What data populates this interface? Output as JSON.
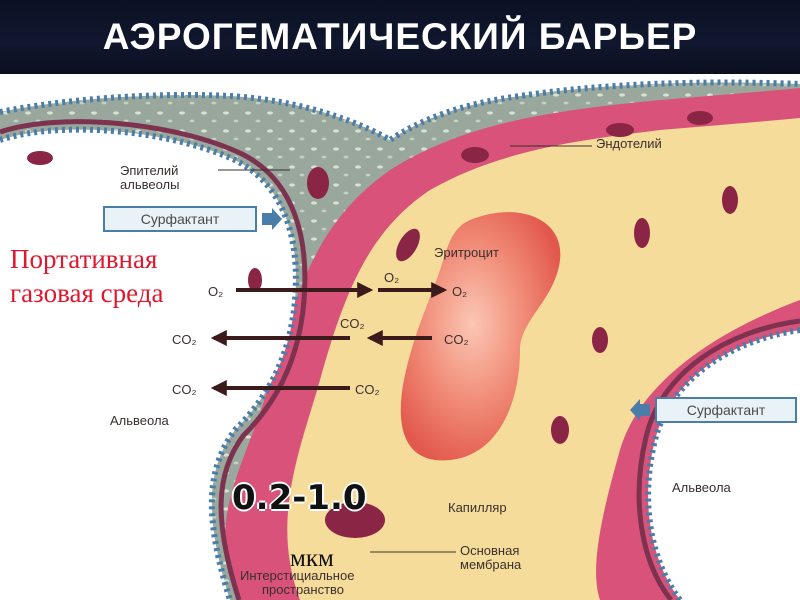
{
  "slide": {
    "title": "АЭРОГЕМАТИЧЕСКИЙ БАРЬЕР"
  },
  "labels": {
    "epithelium": [
      "Эпителий",
      "альвеолы"
    ],
    "endothelium": "Эндотелий",
    "erythrocyte": "Эритроцит",
    "alveola_left": "Альвеола",
    "alveola_right": "Альвеола",
    "capillary": "Капилляр",
    "basement_membrane": [
      "Основная",
      "мембрана"
    ],
    "interstitial": [
      "Интерстициальное",
      "пространство"
    ],
    "surfactant_left": "Сурфактант",
    "surfactant_right": "Сурфактант"
  },
  "gas_labels": {
    "o2_left": "O₂",
    "o2_mid": "O₂",
    "o2_right": "O₂",
    "co2_inner_top": "CO₂",
    "co2_left_top": "CO₂",
    "co2_right": "CO₂",
    "co2_left_bottom": "CO₂",
    "co2_inner_bottom": "CO₂"
  },
  "overlay": {
    "gas_medium": [
      "Портативная",
      "газовая среда"
    ],
    "thickness": "0.2-1.0",
    "unit": "мкм"
  },
  "colors": {
    "title_bg": "#0f152b",
    "tissue_pink": "#d9527a",
    "interstitium": "#9aa79d",
    "capillary_plasma": "#f6dc9a",
    "erythrocyte": "#ef6a5a",
    "accent_red": "#e0182d",
    "arrow": "#3a1a1a"
  }
}
